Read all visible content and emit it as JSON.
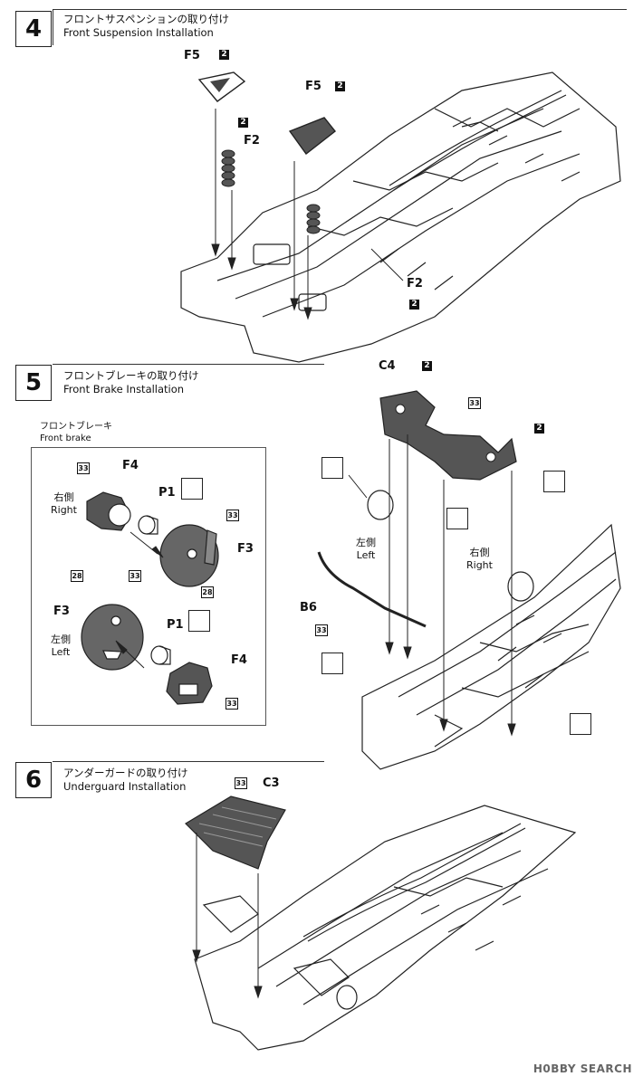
{
  "steps": [
    {
      "number": "4",
      "title_jp": "フロントサスペンションの取り付け",
      "title_en": "Front Suspension Installation"
    },
    {
      "number": "5",
      "title_jp": "フロントブレーキの取り付け",
      "title_en": "Front Brake Installation"
    },
    {
      "number": "6",
      "title_jp": "アンダーガードの取り付け",
      "title_en": "Underguard Installation"
    }
  ],
  "step4": {
    "f5_top": "F5",
    "f5_top_tag": "2",
    "f2_left": "F2",
    "f2_left_tag": "2",
    "f5_mid": "F5",
    "f5_mid_tag": "2",
    "f2_right": "F2",
    "f2_right_tag": "2"
  },
  "step5": {
    "inset_title_jp": "フロントブレーキ",
    "inset_title_en": "Front brake",
    "right_side_jp": "右側",
    "right_side_en": "Right",
    "left_side_jp": "左側",
    "left_side_en": "Left",
    "f4": "F4",
    "p1": "P1",
    "f3": "F3",
    "tag33": "33",
    "tag28": "28",
    "c4": "C4",
    "c4_tag": "2",
    "tag33_c": "33",
    "tag2_arm": "2",
    "b6": "B6",
    "b6_tag": "33",
    "main_left_jp": "左側",
    "main_left_en": "Left",
    "main_right_jp": "右側",
    "main_right_en": "Right"
  },
  "step6": {
    "c3": "C3",
    "c3_tag": "33"
  },
  "footer": "H0BBY SEARCH"
}
